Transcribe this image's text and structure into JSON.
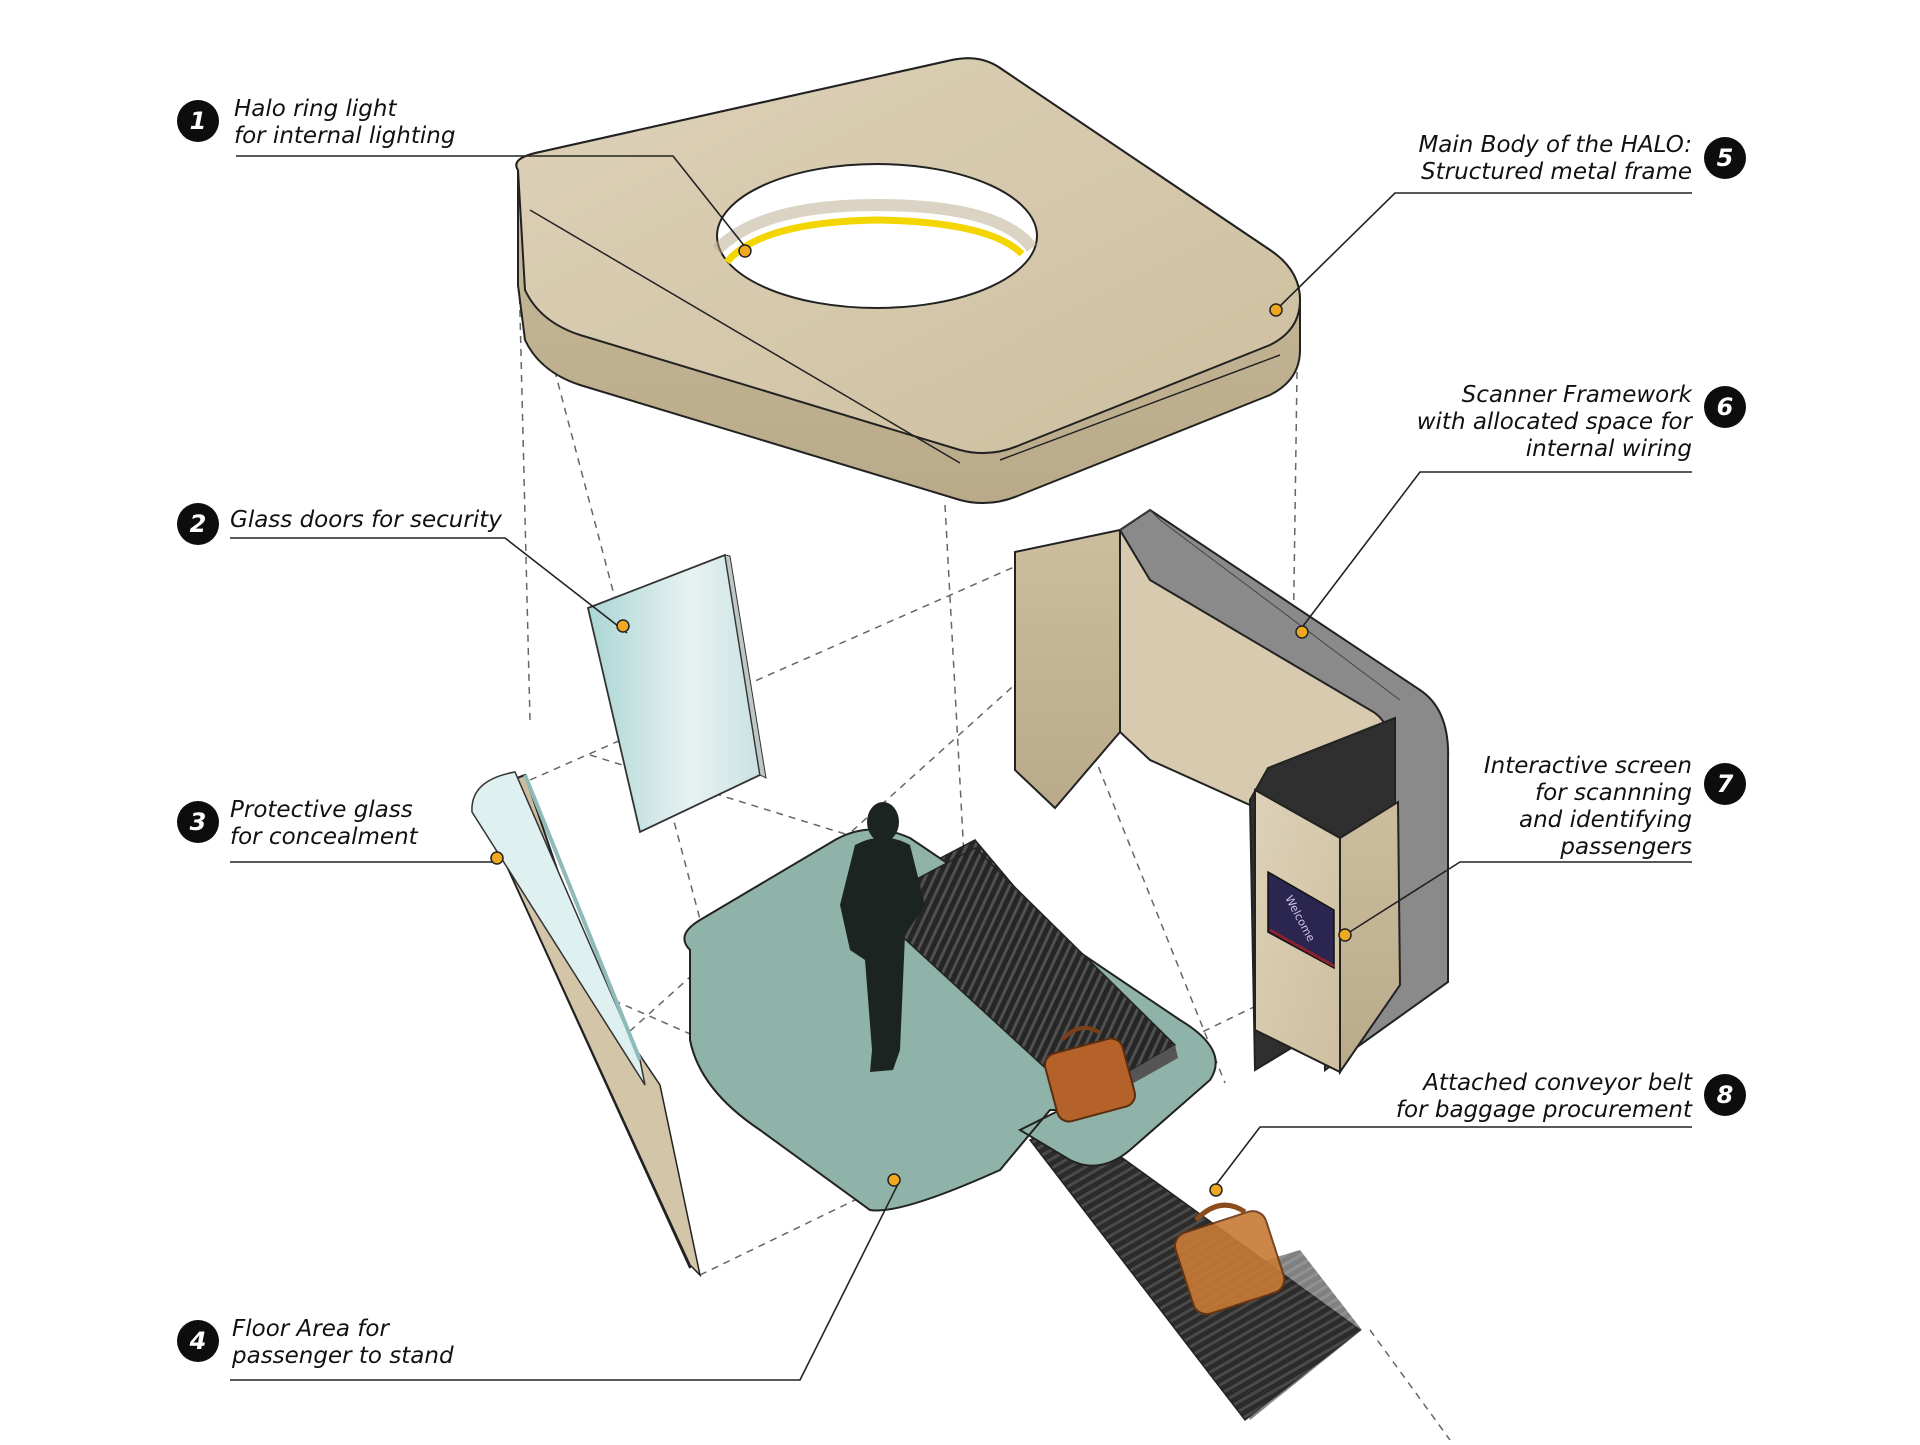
{
  "colors": {
    "beige": "#d8cbb0",
    "beige_dark": "#c3b597",
    "floor": "#8fb3a8",
    "glass": "#cfe6e6",
    "ring_light": "#f3d600",
    "dot": "#f0a820",
    "belt": "#2a2a2a",
    "screen": "#2b2650",
    "bag": "#b4622a"
  },
  "callouts": [
    {
      "number": "1",
      "lines": [
        "Halo ring light",
        "for internal lighting"
      ]
    },
    {
      "number": "2",
      "lines": [
        "Glass doors for security"
      ]
    },
    {
      "number": "3",
      "lines": [
        "Protective glass",
        "for concealment"
      ]
    },
    {
      "number": "4",
      "lines": [
        "Floor Area for",
        "passenger to stand"
      ]
    },
    {
      "number": "5",
      "lines": [
        "Main Body of the HALO:",
        "Structured metal frame"
      ]
    },
    {
      "number": "6",
      "lines": [
        "Scanner Framework",
        "with allocated space for",
        "internal wiring"
      ]
    },
    {
      "number": "7",
      "lines": [
        "Interactive screen",
        "for scannning",
        "and identifying",
        "passengers"
      ]
    },
    {
      "number": "8",
      "lines": [
        "Attached conveyor belt",
        "for baggage procurement"
      ]
    }
  ],
  "screen_text": "Welcome"
}
